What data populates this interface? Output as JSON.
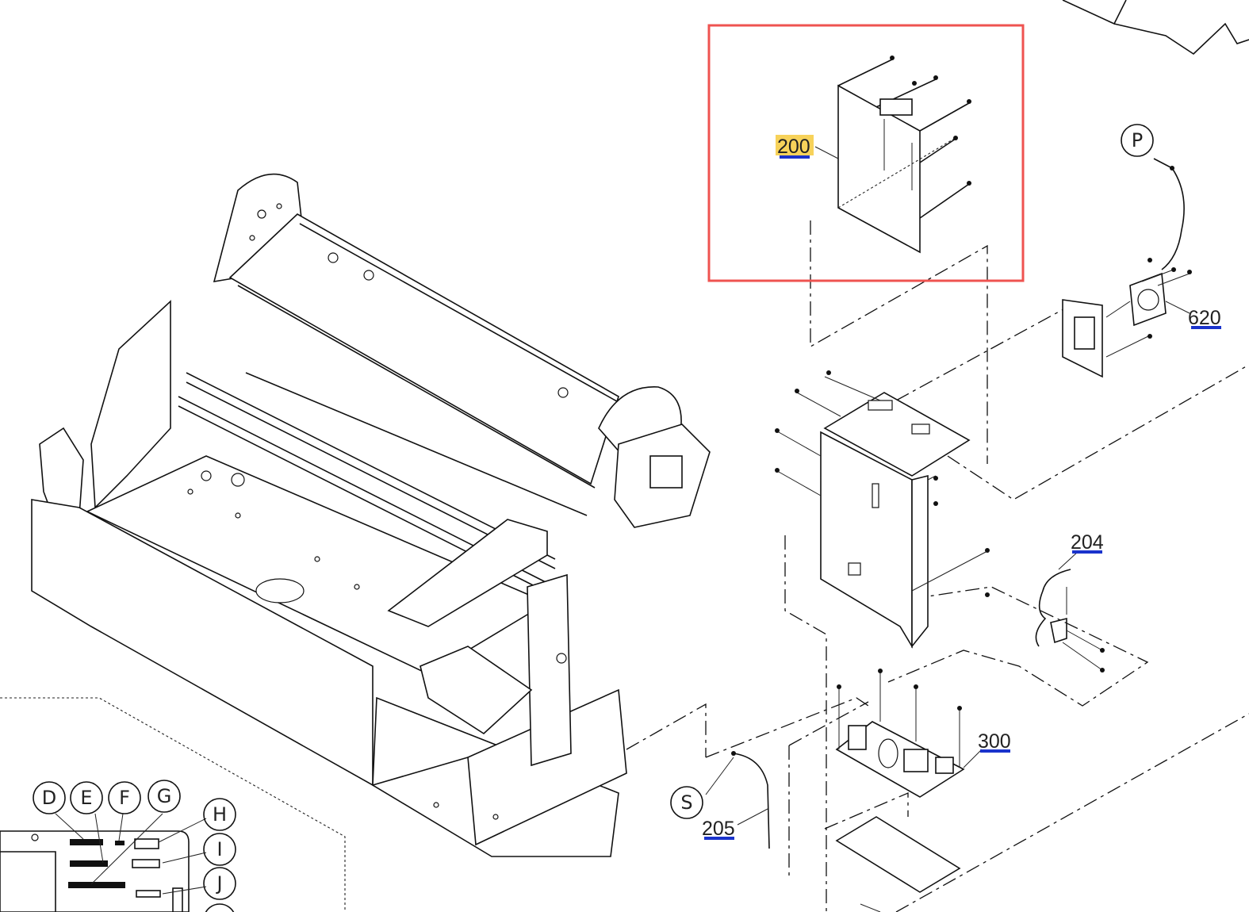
{
  "diagram": {
    "highlight_color": "#ef5350",
    "underline_color": "#1a33cc",
    "text_highlight_color": "#f7d25a",
    "part_numbers": [
      {
        "id": "200",
        "label": "200",
        "highlighted": true
      },
      {
        "id": "620",
        "label": "620",
        "highlighted": false
      },
      {
        "id": "204",
        "label": "204",
        "highlighted": false
      },
      {
        "id": "300",
        "label": "300",
        "highlighted": false
      },
      {
        "id": "205",
        "label": "205",
        "highlighted": false
      }
    ],
    "circle_labels": {
      "P": "P",
      "S": "S",
      "D": "D",
      "E": "E",
      "F": "F",
      "G": "G",
      "H": "H",
      "I": "I",
      "J": "J"
    }
  }
}
